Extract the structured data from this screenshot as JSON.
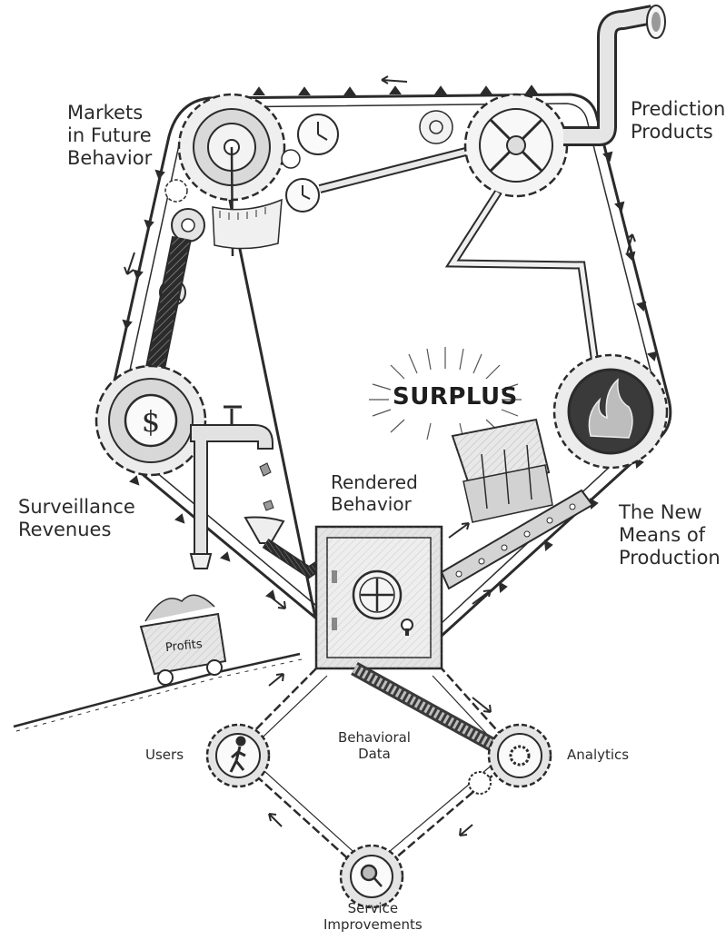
{
  "labels": {
    "markets": "Markets\nin Future\nBehavior",
    "prediction": "Prediction\nProducts",
    "surveillance": "Surveillance\nRevenues",
    "rendered": "Rendered\nBehavior",
    "surplus": "SURPLUS",
    "new_means": "The New\nMeans of\nProduction",
    "profits": "Profits",
    "users": "Users",
    "behavioral_data": "Behavioral\nData",
    "analytics": "Analytics",
    "service": "Service\nImprovements"
  },
  "icons": {
    "revenue_gear": "$"
  },
  "colors": {
    "ink": "#2b2b2b",
    "shade": "#c9c9c9",
    "light": "#e6e6e6",
    "fire": "#3a3a3a"
  }
}
